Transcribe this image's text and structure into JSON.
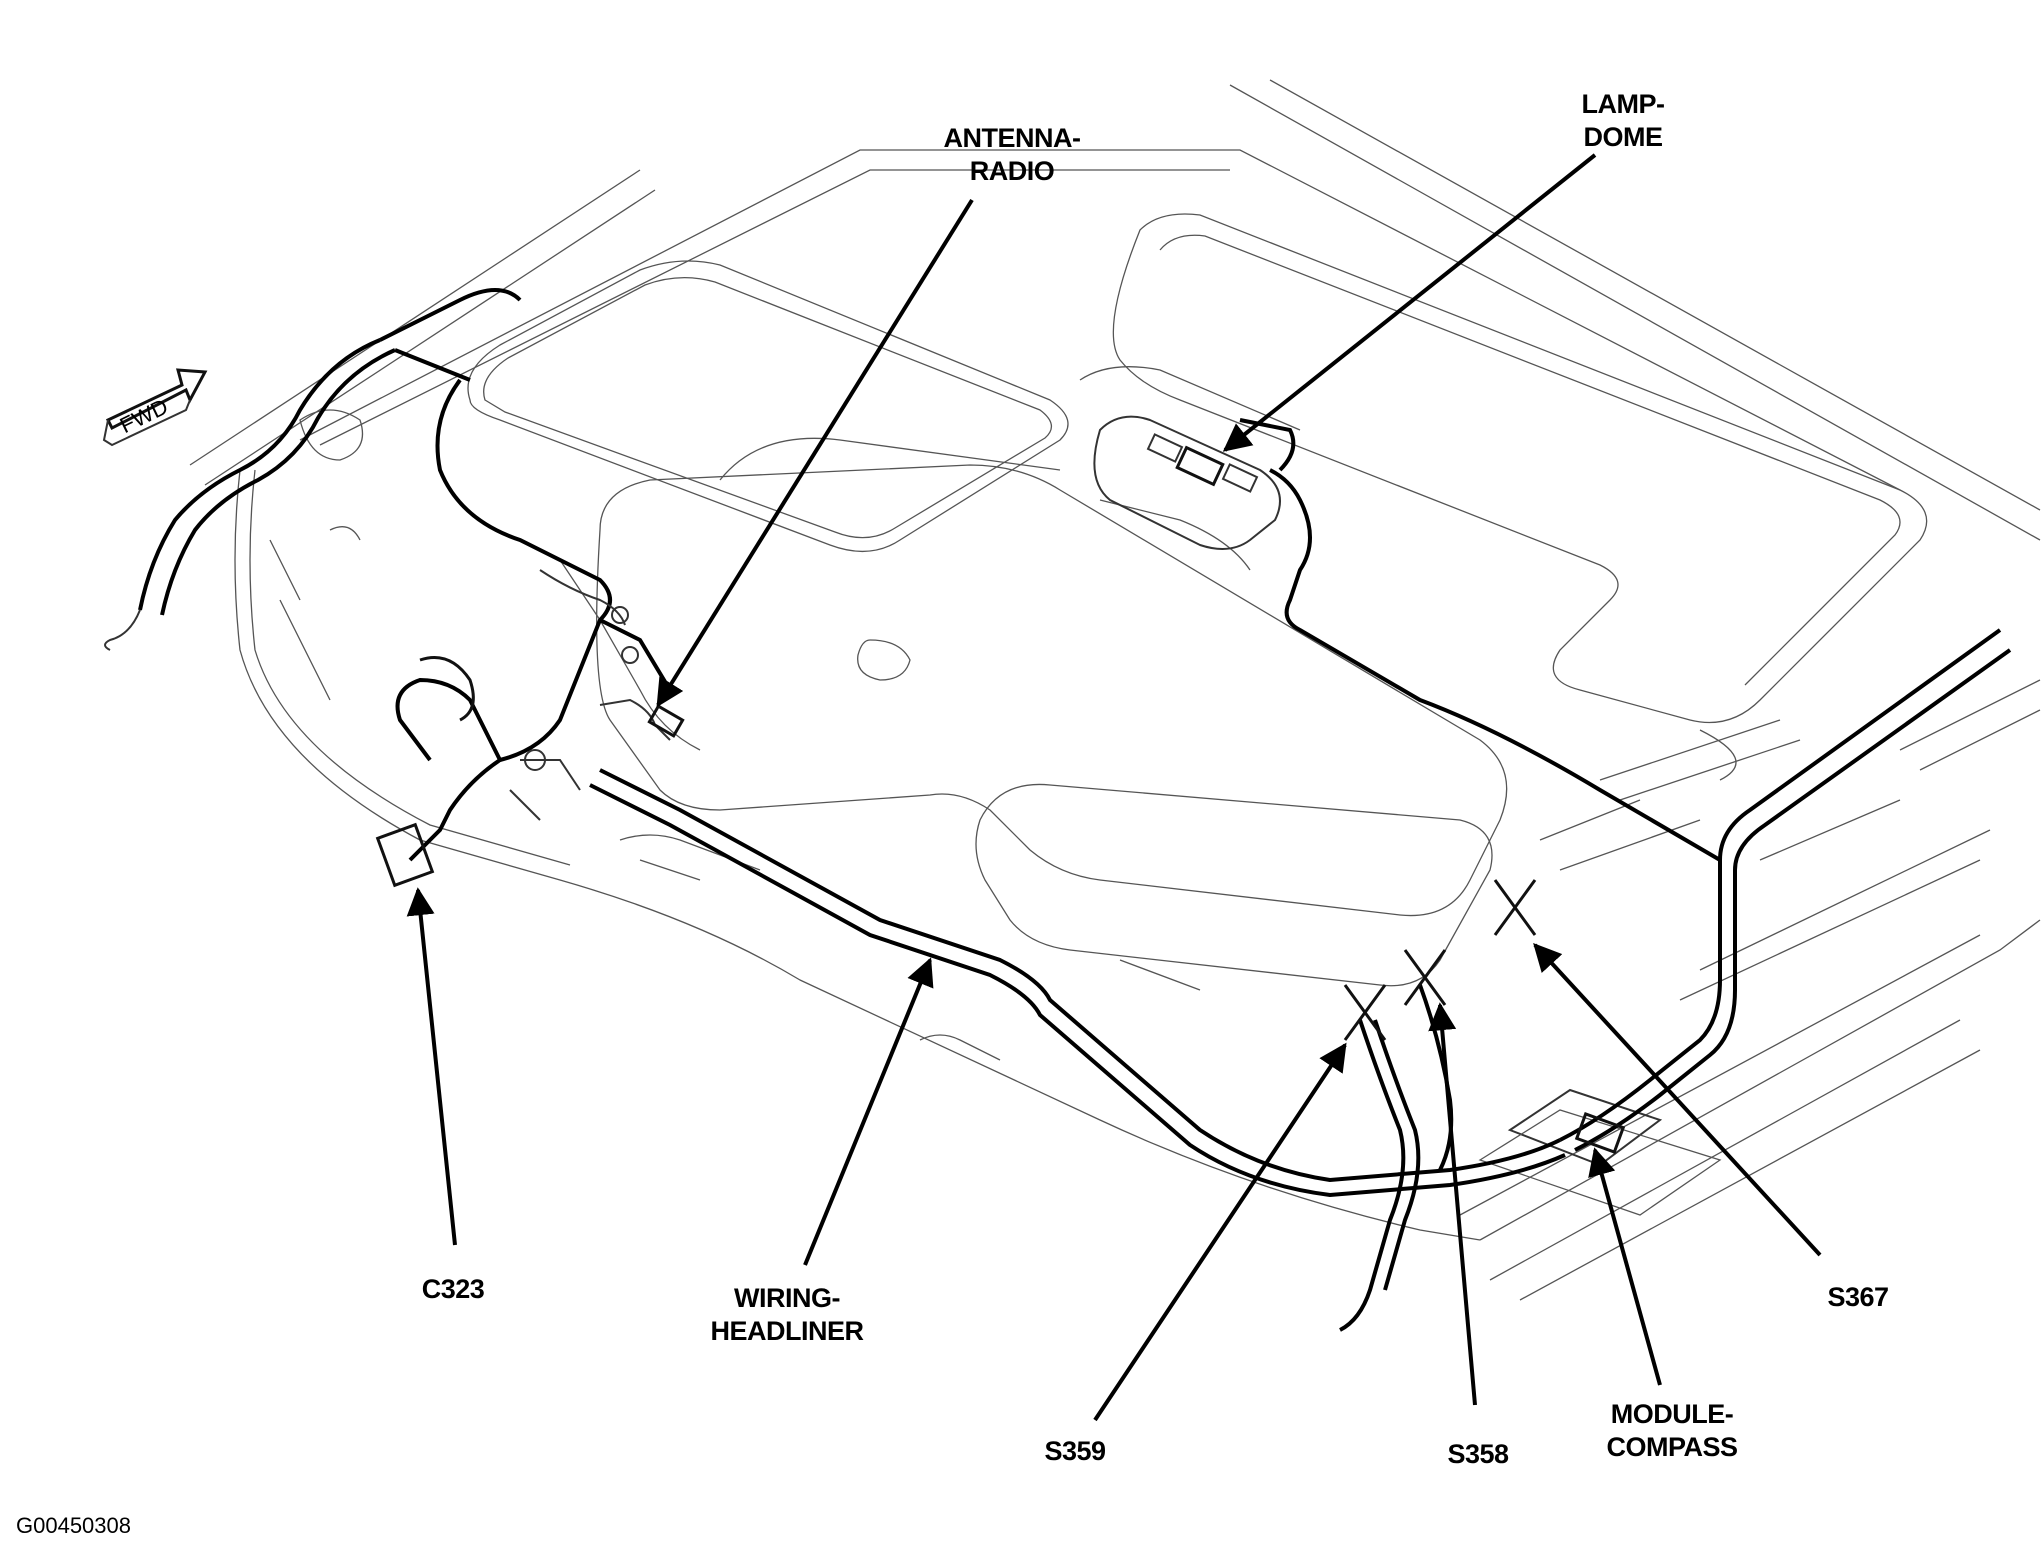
{
  "figure_id": "G00450308",
  "fwd_badge": "FWD",
  "labels": {
    "antenna_radio": [
      "ANTENNA-",
      "RADIO"
    ],
    "lamp_dome": [
      "LAMP-",
      "DOME"
    ],
    "c323": "C323",
    "wiring_headliner": [
      "WIRING-",
      "HEADLINER"
    ],
    "s359": "S359",
    "s358": "S358",
    "s367": "S367",
    "module_compass": [
      "MODULE-",
      "COMPASS"
    ]
  }
}
